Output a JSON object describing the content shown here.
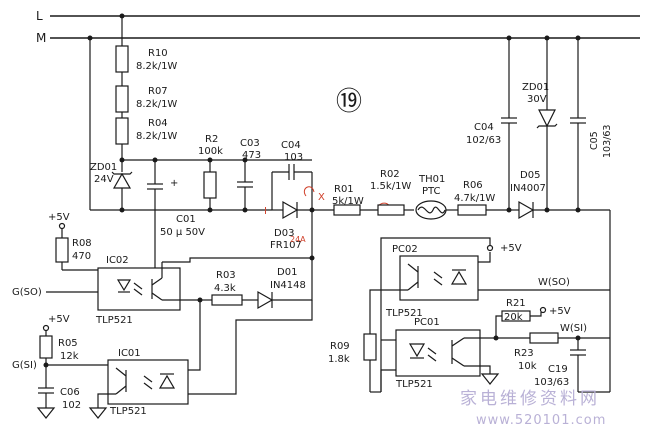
{
  "rails": {
    "l": "L",
    "m": "M"
  },
  "figure_number": "⑲",
  "resistors": {
    "r10": {
      "name": "R10",
      "value": "8.2k/1W"
    },
    "r07": {
      "name": "R07",
      "value": "8.2k/1W"
    },
    "r04": {
      "name": "R04",
      "value": "8.2k/1W"
    },
    "r2": {
      "name": "R2",
      "value": "100k"
    },
    "r01": {
      "name": "R01",
      "value": "5k/1W"
    },
    "r02": {
      "name": "R02",
      "value": "1.5k/1W"
    },
    "r06": {
      "name": "R06",
      "value": "4.7k/1W"
    },
    "r08": {
      "name": "R08",
      "value": "470"
    },
    "r03": {
      "name": "R03",
      "value": "4.3k"
    },
    "r05": {
      "name": "R05",
      "value": "12k"
    },
    "r09": {
      "name": "R09",
      "value": "1.8k"
    },
    "r21": {
      "name": "R21",
      "value": "20k"
    },
    "r23": {
      "name": "R23",
      "value": "10k"
    }
  },
  "capacitors": {
    "c03": {
      "name": "C03",
      "value": "473"
    },
    "c04": {
      "name": "C04",
      "value": "103"
    },
    "c01": {
      "name": "C01",
      "value": "50 μ 50V"
    },
    "c04b": {
      "name": "C04",
      "value": "102/63"
    },
    "c05": {
      "name": "C05",
      "value": "103/63"
    },
    "c06": {
      "name": "C06",
      "value": "102"
    },
    "c19": {
      "name": "C19",
      "value": "103/63"
    }
  },
  "diodes": {
    "zd01": {
      "name": "ZD01",
      "value": "24V"
    },
    "zd01b": {
      "name": "ZD01",
      "value": "30V"
    },
    "d03": {
      "name": "D03",
      "value": "FR107"
    },
    "d01": {
      "name": "D01",
      "value": "IN4148"
    },
    "d05": {
      "name": "D05",
      "value": "IN4007"
    }
  },
  "thermistor": {
    "name": "TH01",
    "value": "PTC"
  },
  "optocouplers": {
    "ic02": {
      "name": "IC02",
      "part": "TLP521"
    },
    "ic01": {
      "name": "IC01",
      "part": "TLP521"
    },
    "pc02": {
      "name": "PC02",
      "part": "TLP521"
    },
    "pc01": {
      "name": "PC01",
      "part": "TLP521"
    }
  },
  "signals": {
    "plus5v_a": "+5V",
    "plus5v_b": "+5V",
    "plus5v_c": "+5V",
    "plus5v_d": "+5V",
    "g_s0": "G(SO)",
    "g_s1": "G(SI)",
    "w_s0": "W(SO)",
    "w_s1": "W(SI)"
  },
  "cap_polarity": "+",
  "red_annotations": {
    "t1": "Ⅰ",
    "t2": "Ⅹ",
    "t3": "24A"
  },
  "watermark": {
    "cn": "家电维修资料网",
    "url": "www.520101.com"
  }
}
